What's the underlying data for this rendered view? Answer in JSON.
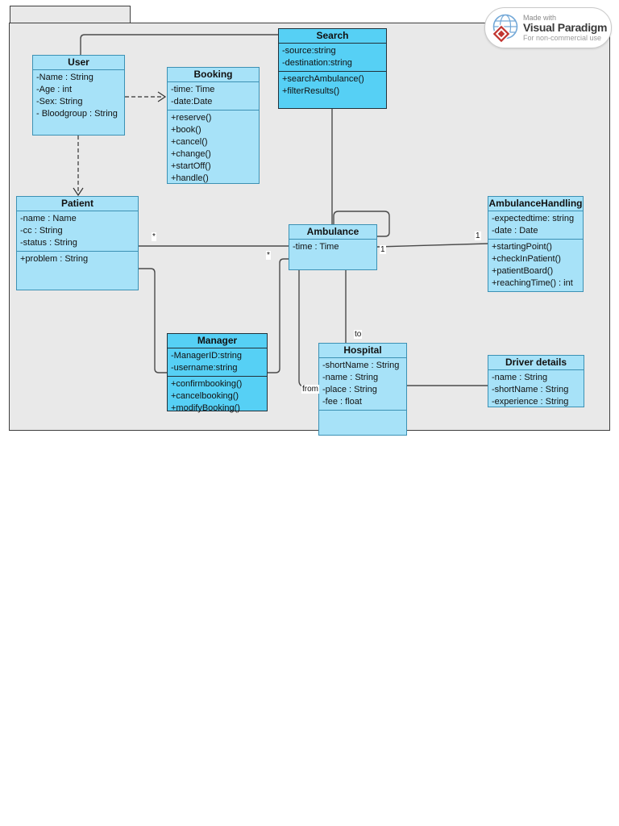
{
  "watermark": {
    "made_with": "Made with",
    "brand": "Visual Paradigm",
    "license": "For non-commercial use"
  },
  "colors": {
    "frame_fill": "#e9e9e9",
    "class_fill_light": "#a7e2f8",
    "class_fill_dark": "#56d0f5",
    "class_border_light": "#3c91b4",
    "class_border_dark": "#22313a",
    "connector": "#4a4a4a",
    "watermark_logo_red": "#c23531",
    "watermark_logo_blue": "#74a9d8"
  },
  "classes": {
    "user": {
      "name": "User",
      "attributes": [
        "-Name : String",
        "-Age : int",
        "-Sex: String",
        "- Bloodgroup : String"
      ],
      "operations": []
    },
    "booking": {
      "name": "Booking",
      "attributes": [
        "-time: Time",
        "-date:Date"
      ],
      "operations": [
        "+reserve()",
        "+book()",
        "+cancel()",
        "+change()",
        "+startOff()",
        "+handle()"
      ]
    },
    "search": {
      "name": "Search",
      "attributes": [
        "-source:string",
        "-destination:string"
      ],
      "operations": [
        "+searchAmbulance()",
        "+filterResults()"
      ]
    },
    "patient": {
      "name": "Patient",
      "attributes": [
        "-name : Name",
        "-cc : String",
        "-status : String"
      ],
      "operations": [
        "+problem : String"
      ]
    },
    "ambulance": {
      "name": "Ambulance",
      "attributes": [
        "-time : Time"
      ],
      "operations": []
    },
    "ambulance_handling": {
      "name": "AmbulanceHandling",
      "attributes": [
        "-expectedtime: string",
        "-date : Date"
      ],
      "operations": [
        "+startingPoint()",
        "+checkInPatient()",
        "+patientBoard()",
        "+reachingTime() : int"
      ]
    },
    "manager": {
      "name": "Manager",
      "attributes": [
        "-ManagerID:string",
        "-username:string"
      ],
      "operations": [
        "+confirmbooking()",
        "+cancelbooking()",
        "+modifyBooking()"
      ]
    },
    "hospital": {
      "name": "Hospital",
      "attributes": [
        "-shortName : String",
        "-name : String",
        "-place : String",
        "-fee : float"
      ],
      "operations": []
    },
    "driver_details": {
      "name": "Driver details",
      "attributes": [
        "-name : String",
        "-shortName : String",
        "-experience : String"
      ],
      "operations": []
    }
  },
  "connector_labels": {
    "patient_ambulance_mult": "*",
    "ambulance_manager_mult": "*",
    "ambulance_one": "1",
    "handling_one": "1",
    "hospital_to": "to",
    "hospital_from": "from"
  }
}
